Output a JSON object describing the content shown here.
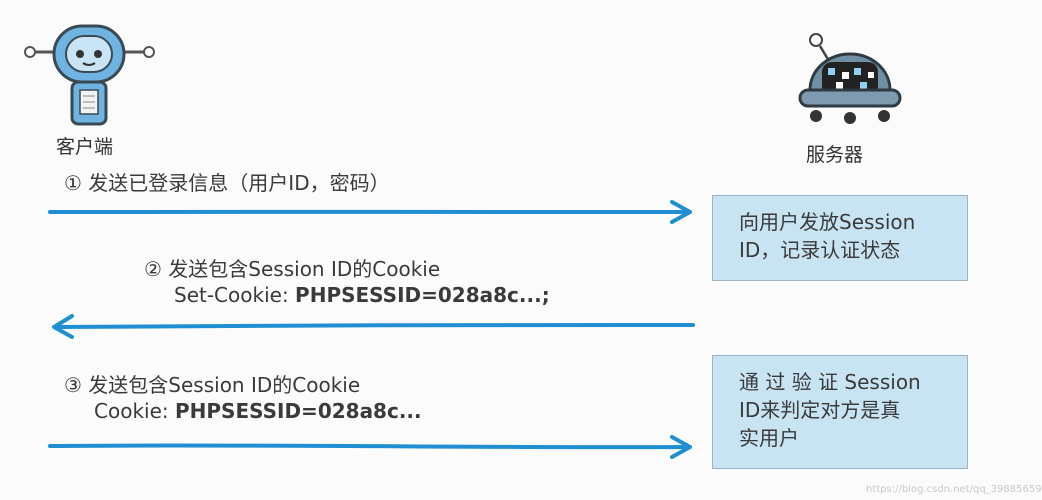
{
  "client": {
    "label": "客户端",
    "icon": "robot-client-icon"
  },
  "server": {
    "label": "服务器",
    "icon": "robot-server-icon"
  },
  "steps": [
    {
      "marker": "①",
      "title": "发送已登录信息（用户ID，密码）",
      "direction": "right"
    },
    {
      "marker": "②",
      "title": "发送包含Session ID的Cookie",
      "header_name": "Set-Cookie: ",
      "header_value": "PHPSESSID=028a8c...;",
      "direction": "left"
    },
    {
      "marker": "③",
      "title": "发送包含Session ID的Cookie",
      "header_name": "Cookie: ",
      "header_value": "PHPSESSID=028a8c...",
      "direction": "right"
    }
  ],
  "server_notes": [
    {
      "lines": [
        "向用户发放Session",
        "ID，记录认证状态"
      ]
    },
    {
      "lines": [
        "通 过 验 证 Session",
        "ID来判定对方是真",
        "实用户"
      ]
    }
  ],
  "colors": {
    "arrow": "#1f8ed2",
    "box_fill": "#c8e4f3",
    "box_border": "#9bb6c4"
  },
  "watermark": "https://blog.csdn.net/qq_39885659"
}
